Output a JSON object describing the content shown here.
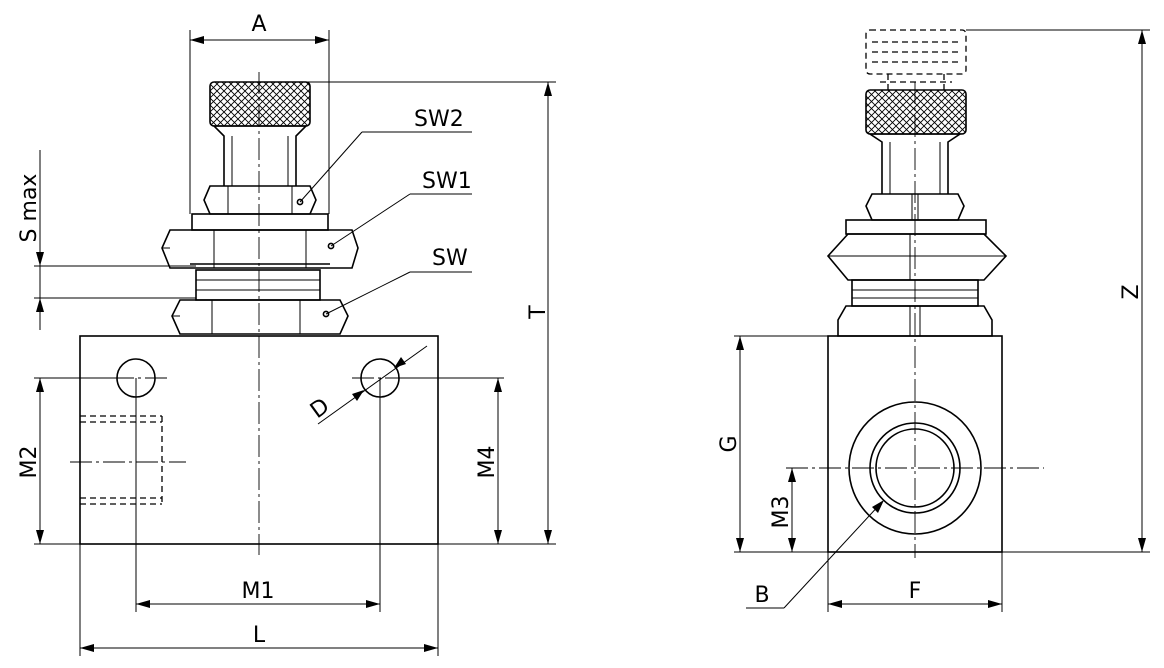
{
  "front_view": {
    "labels": {
      "a": "A",
      "sw2": "SW2",
      "sw1": "SW1",
      "sw": "SW",
      "s_max": "S max",
      "t": "T",
      "d": "D",
      "m2": "M2",
      "m4": "M4",
      "m1": "M1",
      "l": "L"
    }
  },
  "side_view": {
    "labels": {
      "z": "Z",
      "g": "G",
      "m3": "M3",
      "b": "B",
      "f": "F"
    }
  },
  "colors": {
    "line": "#000000",
    "background": "#ffffff"
  }
}
